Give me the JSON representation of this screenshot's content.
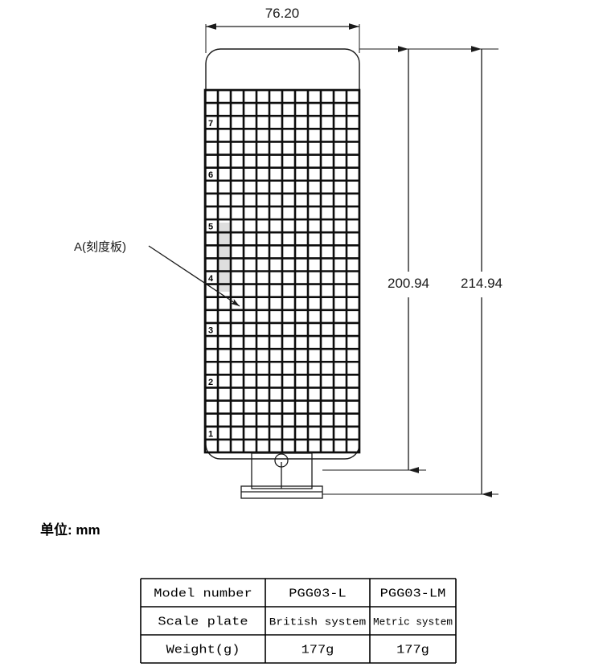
{
  "drawing": {
    "title_note": "单位: mm",
    "dimensions": {
      "width": "76.20",
      "height_inner": "200.94",
      "height_outer": "214.94"
    },
    "annotation": {
      "label": "A(刻度板)"
    },
    "scale_plate": {
      "row_numbers": [
        "7",
        "6",
        "5",
        "4",
        "3",
        "2",
        "1"
      ],
      "grid_columns": 12,
      "grid_rows": 28
    }
  },
  "table": {
    "rows": [
      {
        "header": "Model number",
        "col1": "PGG03-L",
        "col2": "PGG03-LM"
      },
      {
        "header": "Scale plate",
        "col1": "British system",
        "col2": "Metric system"
      },
      {
        "header": "Weight(g)",
        "col1": "177g",
        "col2": "177g"
      }
    ]
  },
  "colors": {
    "line": "#1a1a1a",
    "grid": "#0d0d0d",
    "shade": "#dedede",
    "background": "#ffffff"
  }
}
